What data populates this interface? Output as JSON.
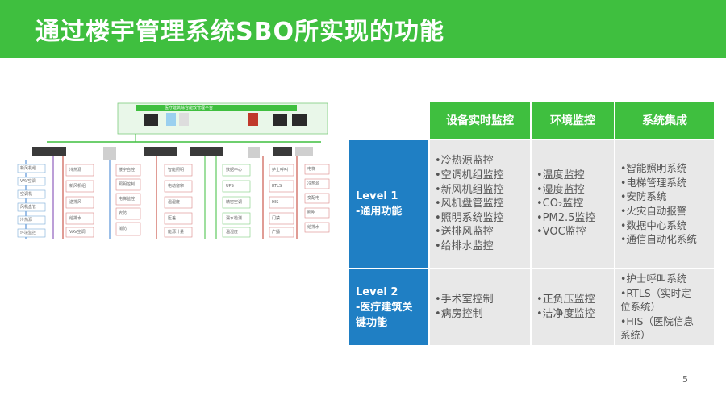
{
  "slide": {
    "title": "通过楼宇管理系统SBO所实现的功能",
    "page_number": "5"
  },
  "diagram": {
    "platform_label": "医疗建筑综合能效管理平台",
    "left_labels": [
      "新风机组",
      "VAV空调",
      "空调机",
      "风机盘管",
      "冷热源",
      "环境监控"
    ],
    "col1_labels": [
      "冷热源",
      "新风机组",
      "送排风",
      "给排水",
      "VAV空调"
    ],
    "col2_labels": [
      "楼宇自控",
      "照明控制",
      "电梯监控",
      "安防",
      "消防"
    ],
    "col3_labels": [
      "智能照明",
      "电动窗帘",
      "温湿度",
      "压差",
      "能源计量"
    ],
    "col4_labels": [
      "数据中心",
      "UPS",
      "精密空调",
      "漏水检测",
      "温湿度"
    ],
    "col5_labels": [
      "护士呼叫",
      "RTLS",
      "HIS",
      "门禁",
      "广播"
    ],
    "col6_labels": [
      "电梯",
      "冷热源",
      "变配电",
      "照明",
      "给排水"
    ]
  },
  "table": {
    "col_headers": [
      "设备实时监控",
      "环境监控",
      "系统集成"
    ],
    "rows": [
      {
        "level": "Level 1",
        "desc": "-通用功能",
        "equipment": [
          "•冷热源监控",
          "•空调机组监控",
          "•新风机组监控",
          "•风机盘管监控",
          "•照明系统监控",
          "•送排风监控",
          "•给排水监控"
        ],
        "environment": [
          "•温度监控",
          "•湿度监控",
          "•CO₂监控",
          "•PM2.5监控",
          "•VOC监控"
        ],
        "integration": [
          "•智能照明系统",
          "•电梯管理系统",
          "•安防系统",
          "•火灾自动报警",
          "•数据中心系统",
          "•通信自动化系统"
        ]
      },
      {
        "level": "Level 2",
        "desc_line1": "-医疗建筑关",
        "desc_line2": "键功能",
        "equipment": [
          "•手术室控制",
          "•病房控制"
        ],
        "environment": [
          "•正负压监控",
          "•洁净度监控"
        ],
        "integration": [
          "•护士呼叫系统",
          "•RTLS（实时定",
          "位系统）",
          "•HIS（医院信息",
          "系统）"
        ]
      }
    ]
  },
  "colors": {
    "green": "#3fbf3f",
    "blue": "#1f7fc4",
    "cell": "#e8e8e8"
  }
}
